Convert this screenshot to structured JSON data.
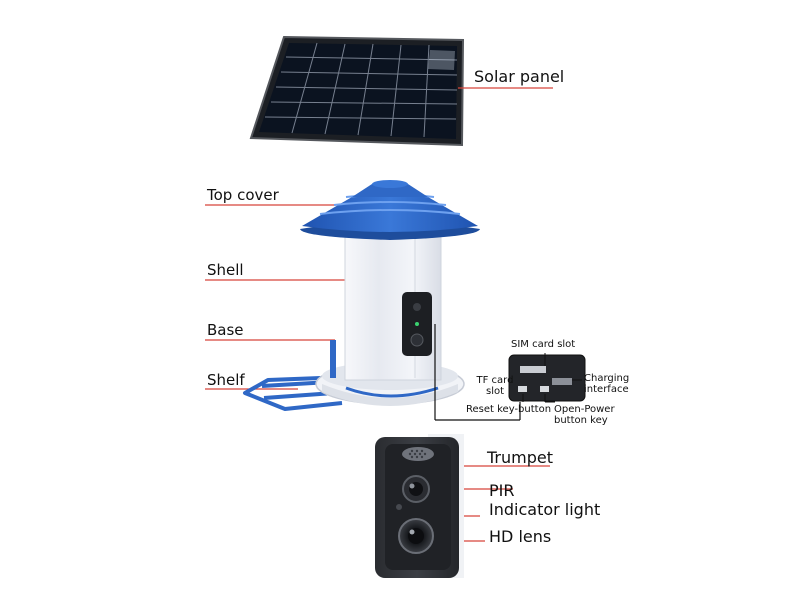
{
  "labels": {
    "solar_panel": "Solar panel",
    "top_cover": "Top cover",
    "shell": "Shell",
    "base": "Base",
    "shelf": "Shelf",
    "sim_card_slot": "SIM card slot",
    "tf_card_slot_line1": "TF card",
    "tf_card_slot_line2": "slot",
    "charging_interface_line1": "Charging",
    "charging_interface_line2": "interface",
    "reset_key_button": "Reset key-button",
    "open_power_line1": "Open-Power",
    "open_power_line2": "button key",
    "trumpet": "Trumpet",
    "pir": "PIR",
    "indicator_light": "Indicator light",
    "hd_lens": "HD lens"
  },
  "colors": {
    "leader_line": "#d8443a",
    "top_cover": "#2f68c6",
    "solar_cell": "#0b1320",
    "shell": "#eef1f6"
  }
}
